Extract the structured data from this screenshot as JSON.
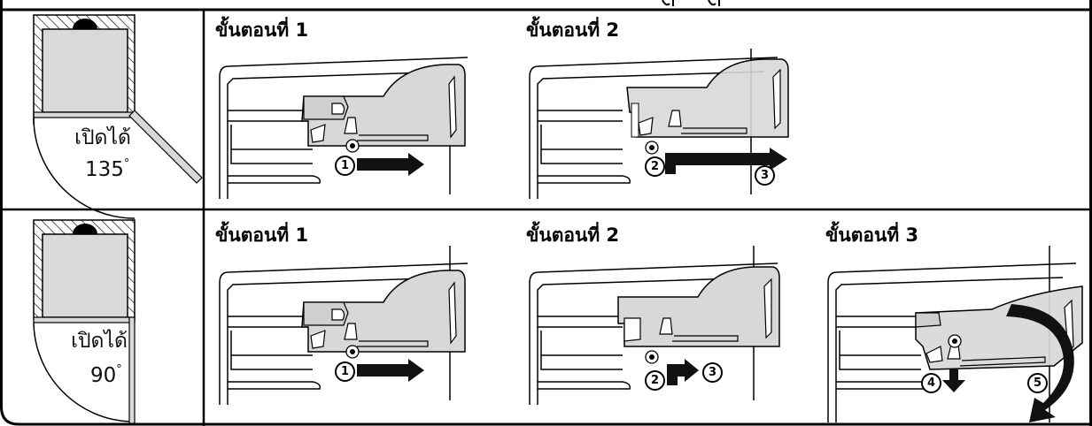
{
  "rows": [
    {
      "door": {
        "label": "เปิดได้",
        "angle": "135",
        "unit": "°"
      },
      "steps": [
        {
          "title": "ขั้นตอนที่ 1",
          "markers": [
            "1"
          ]
        },
        {
          "title": "ขั้นตอนที่ 2",
          "markers": [
            "2",
            "3"
          ]
        }
      ]
    },
    {
      "door": {
        "label": "เปิดได้",
        "angle": "90",
        "unit": "°"
      },
      "steps": [
        {
          "title": "ขั้นตอนที่ 1",
          "markers": [
            "1"
          ]
        },
        {
          "title": "ขั้นตอนที่ 2",
          "markers": [
            "2",
            "3"
          ]
        },
        {
          "title": "ขั้นตอนที่ 3",
          "markers": [
            "4",
            "5"
          ]
        }
      ]
    }
  ]
}
